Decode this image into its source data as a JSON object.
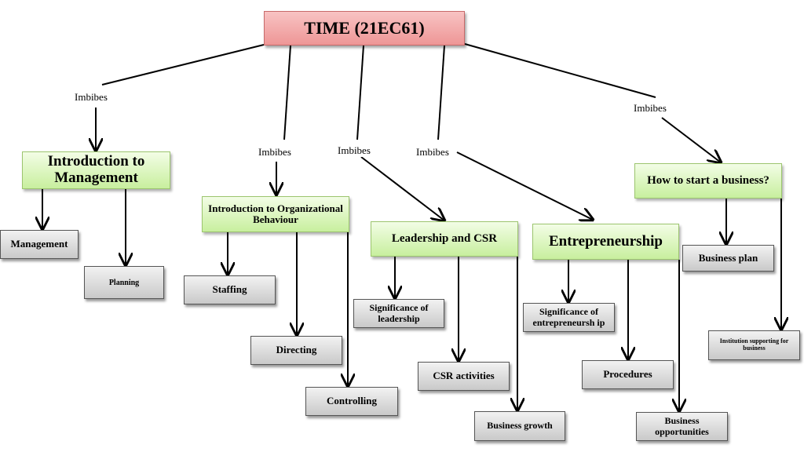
{
  "root": "TIME (21EC61)",
  "edge_label": "Imbibes",
  "topics": [
    "Introduction to Management",
    "Introduction to Organizational Behaviour",
    "Leadership and CSR",
    "Entrepreneurship",
    "How to start a business?"
  ],
  "leaves": {
    "management": "Management",
    "planning": "Planning",
    "staffing": "Staffing",
    "directing": "Directing",
    "controlling": "Controlling",
    "significance_leadership": "Significance of leadership",
    "csr_activities": "CSR activities",
    "business_growth": "Business growth",
    "significance_entrepreneurship": "Significance of entrepreneursh ip",
    "procedures": "Procedures",
    "business_opportunities": "Business opportunities",
    "business_plan": "Business plan",
    "institution_support": "Institution supporting for business"
  },
  "colors": {
    "root_fill": "#ee9696",
    "topic_fill": "#c8ef9e",
    "leaf_fill": "#c9c9c9"
  }
}
